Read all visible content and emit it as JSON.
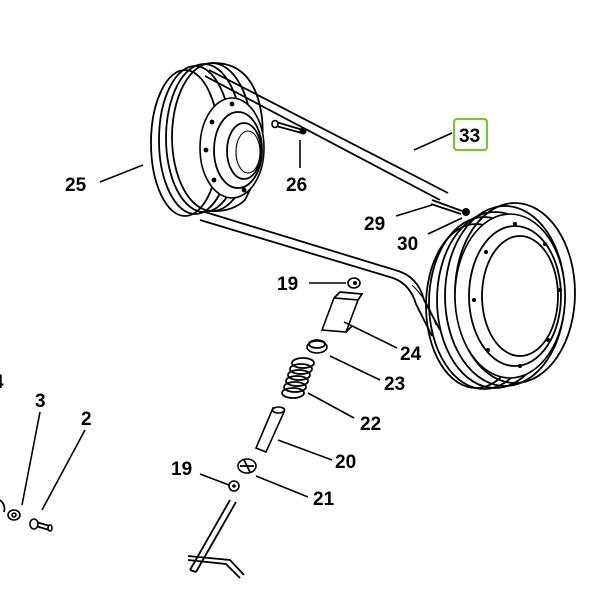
{
  "diagram": {
    "highlight_color": "#7ac142",
    "callouts": {
      "p33": "33",
      "p25": "25",
      "p26": "26",
      "p29": "29",
      "p30": "30",
      "p19_top": "19",
      "p24": "24",
      "p23": "23",
      "p22": "22",
      "p20": "20",
      "p19_bottom": "19",
      "p21": "21",
      "p3": "3",
      "p2": "2",
      "p_edge": "4"
    }
  }
}
